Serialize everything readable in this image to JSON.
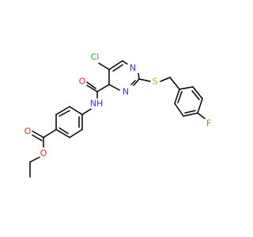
{
  "atoms": {
    "cl": "Cl",
    "n_upper": "N",
    "n_lower": "N",
    "o_amide": "O",
    "nh": "NH",
    "s": "S",
    "f": "F",
    "o_carbonyl": "O",
    "o_ester": "O"
  },
  "colors": {
    "bond": "#000000",
    "chlorine": "#22aa22",
    "nitrogen": "#3333ff",
    "oxygen": "#ff2222",
    "sulfur": "#bbbb00",
    "fluorine": "#66aa33"
  }
}
